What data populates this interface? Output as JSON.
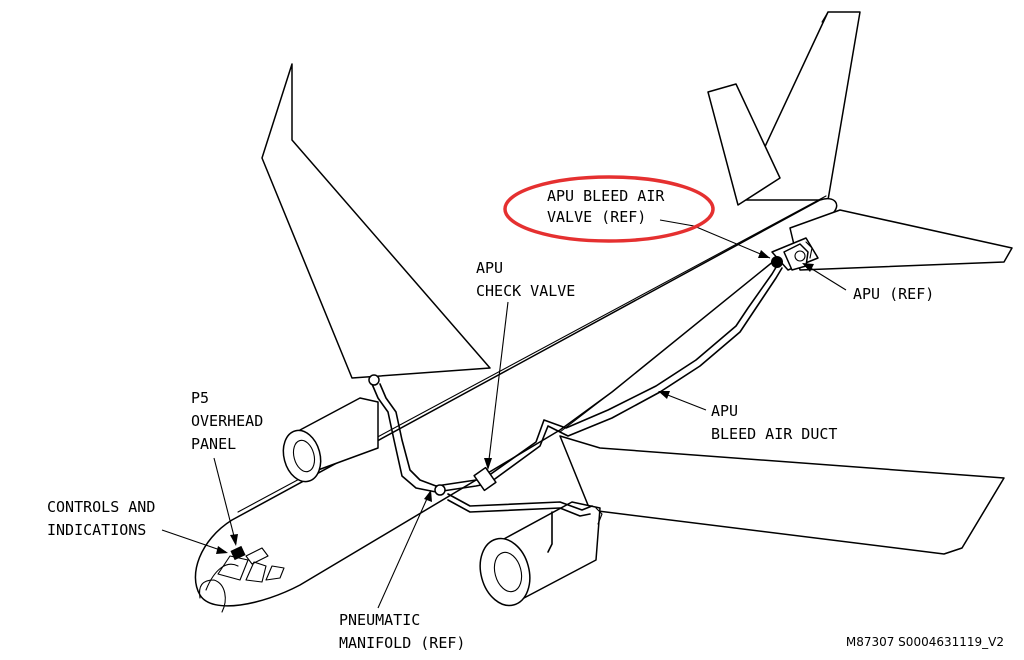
{
  "callouts": {
    "apu_bleed_air_valve": [
      "APU BLEED AIR",
      "VALVE (REF)"
    ],
    "apu_check_valve": [
      "APU",
      "CHECK VALVE"
    ],
    "apu_ref": [
      "APU (REF)"
    ],
    "apu_bleed_air_duct": [
      "APU",
      "BLEED AIR DUCT"
    ],
    "p5_overhead_panel": [
      "P5",
      "OVERHEAD",
      "PANEL"
    ],
    "controls_and_indications": [
      "CONTROLS AND",
      "INDICATIONS"
    ],
    "pneumatic_manifold": [
      "PNEUMATIC",
      "MANIFOLD (REF)"
    ]
  },
  "figure_id": "M87307 S0004631119_V2",
  "highlight_color": "#e53030"
}
